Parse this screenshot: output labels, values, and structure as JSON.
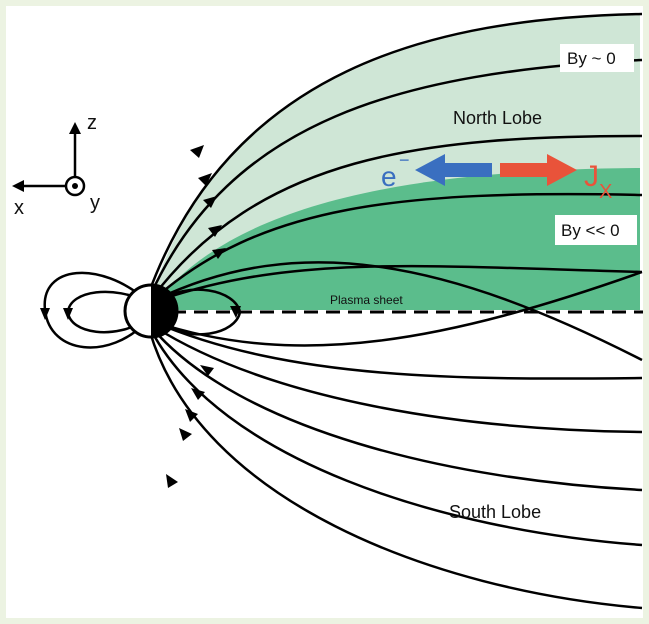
{
  "labels": {
    "by_zero": "By ~ 0",
    "north_lobe": "North Lobe",
    "by_negative": "By << 0",
    "plasma_sheet": "Plasma sheet",
    "south_lobe": "South Lobe",
    "electron": "e",
    "electron_sup": "−",
    "current": "J",
    "current_sub": "X"
  },
  "axes": {
    "z": "z",
    "x": "x",
    "y": "y"
  },
  "colors": {
    "light_region": "#cfe6d6",
    "dark_region": "#5bbd8c",
    "electron_arrow": "#3a6fc0",
    "current_arrow": "#e9533a",
    "field_line": "#000000",
    "frame": "#ecf3e2"
  }
}
